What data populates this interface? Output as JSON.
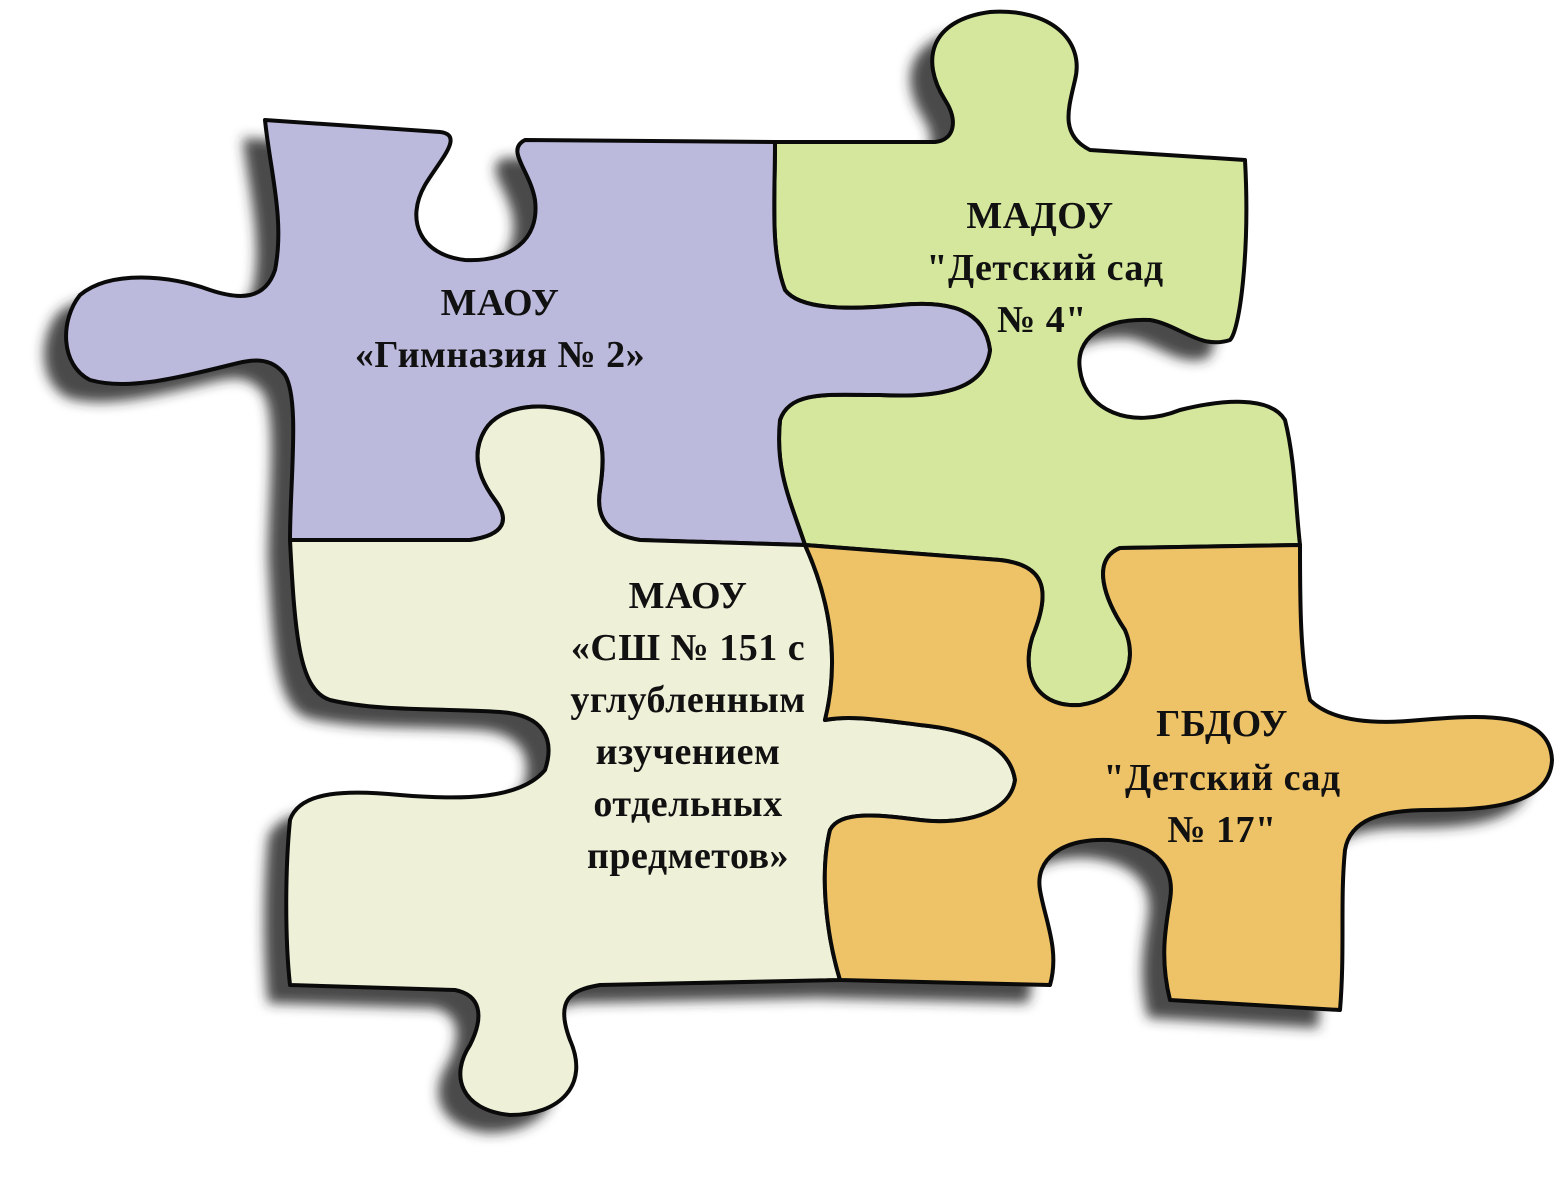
{
  "pieces": [
    {
      "id": "gymnasium",
      "color": "#d4e79c",
      "lines": [
        "МАОУ",
        "«Гимназия № 2»"
      ]
    },
    {
      "id": "kindergarten4",
      "color": "#bcbadc",
      "lines": [
        "МАДОУ",
        "\"Детский сад",
        "№ 4\""
      ]
    },
    {
      "id": "school151",
      "color": "#eef0d8",
      "lines": [
        "МАОУ",
        "«СШ № 151 с",
        "углубленным",
        "изучением",
        "отдельных",
        "предметов»"
      ]
    },
    {
      "id": "kindergarten17",
      "color": "#eec266",
      "lines": [
        "ГБДОУ",
        "\"Детский сад",
        "№ 17\""
      ]
    }
  ]
}
